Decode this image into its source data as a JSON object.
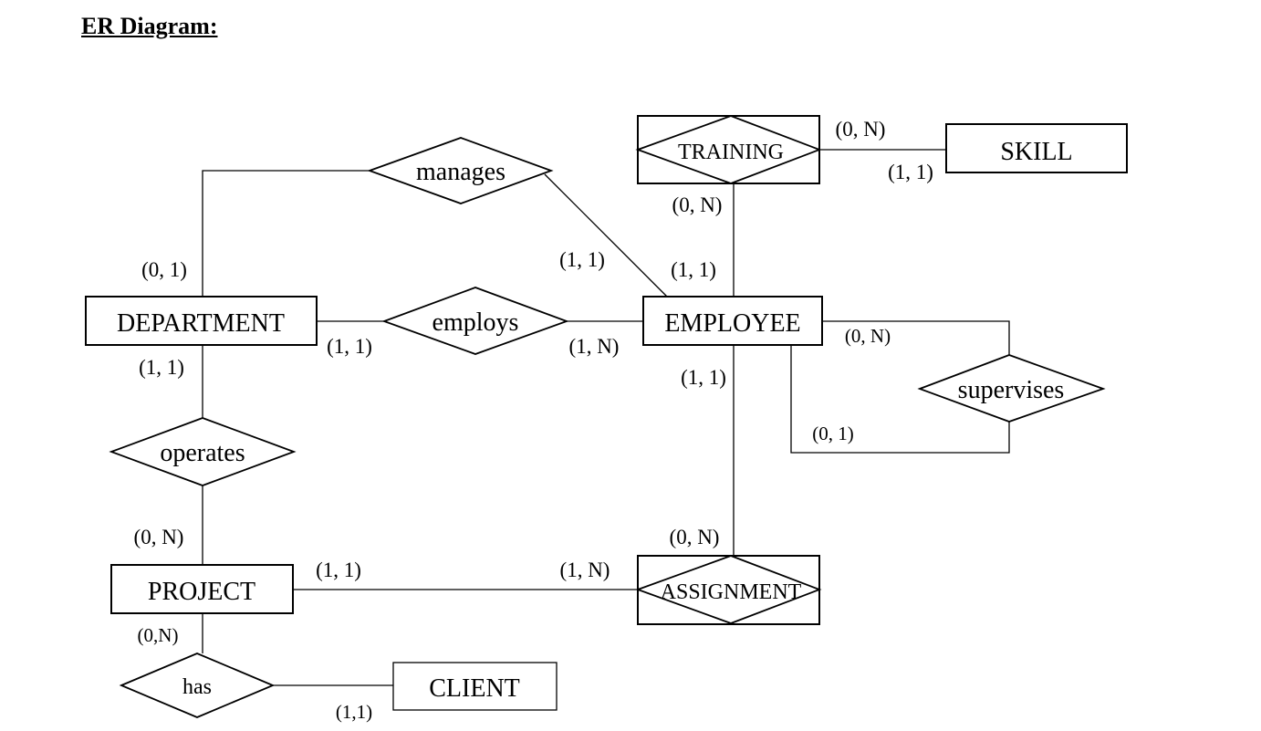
{
  "title": "ER Diagram:",
  "entities": {
    "department": "DEPARTMENT",
    "employee": "EMPLOYEE",
    "project": "PROJECT",
    "client": "CLIENT",
    "skill": "SKILL",
    "training": "TRAINING",
    "assignment": "ASSIGNMENT"
  },
  "relationships": {
    "manages": "manages",
    "employs": "employs",
    "operates": "operates",
    "supervises": "supervises",
    "has": "has"
  },
  "cardinalities": {
    "training_skill": "(0, N)",
    "skill_training": "(1, 1)",
    "employee_training": "(0, N)",
    "manages_department": "(0, 1)",
    "manages_employee": "(1, 1)",
    "employee_training_side": "(1, 1)",
    "employs_department": "(1, 1)",
    "employs_employee": "(1, N)",
    "supervises_top": "(0, N)",
    "supervises_bottom": "(0, 1)",
    "operates_department": "(1, 1)",
    "employee_assignment": "(1, 1)",
    "operates_project": "(0, N)",
    "assignment_employee": "(0, N)",
    "project_assignment": "(1, 1)",
    "assignment_project": "(1, N)",
    "project_has": "(0,N)",
    "has_client": "(1,1)"
  }
}
